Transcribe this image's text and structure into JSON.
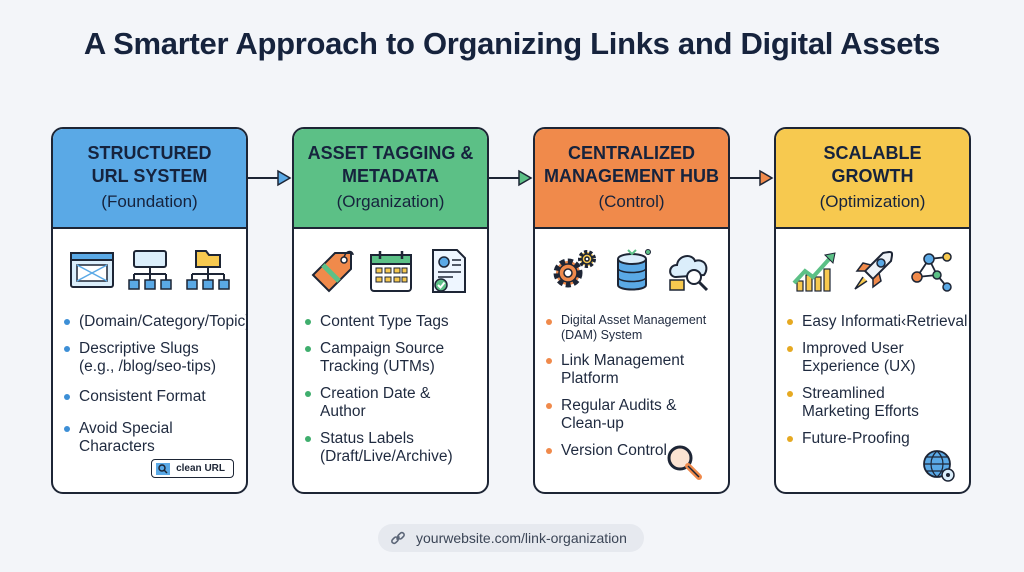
{
  "title": "A Smarter Approach to Organizing Links and Digital Assets",
  "colors": {
    "blue": "#5aa9e6",
    "green": "#5cc086",
    "orange": "#f08a4b",
    "yellow": "#f7c94f"
  },
  "cards": [
    {
      "heading": "STRUCTURED URL SYSTEM",
      "subheading": "(Foundation)",
      "bullets": [
        "(Domain/Category/Topic)",
        "Descriptive Slugs (e.g., /blog/seo-tips)",
        "Consistent Format",
        "Avoid Special Characters"
      ],
      "badge": "clean URL"
    },
    {
      "heading": "ASSET TAGGING & METADATA",
      "subheading": "(Organization)",
      "bullets": [
        "Content Type Tags",
        "Campaign Source Tracking (UTMs)",
        "Creation Date & Author",
        "Status Labels (Draft/Live/Archive)"
      ]
    },
    {
      "heading": "CENTRALIZED MANAGEMENT HUB",
      "subheading": "(Control)",
      "bullets": [
        "Digital Asset Management (DAM) System",
        "Link Management Platform",
        "Regular Audits & Clean-up",
        "Version Control"
      ]
    },
    {
      "heading": "SCALABLE GROWTH",
      "subheading": "(Optimization)",
      "bullets": [
        "Easy Informati‹Retrieval",
        "Improved User Experience (UX)",
        "Streamlined Marketing Efforts",
        "Future-Proofing"
      ]
    }
  ],
  "footer_url": "yourwebsite.com/link-organization"
}
